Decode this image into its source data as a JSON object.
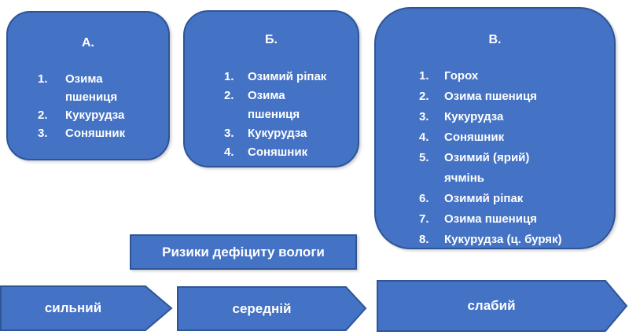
{
  "colors": {
    "shape_fill": "#4472C4",
    "shape_border": "#2E5596",
    "shape_text": "#FFFFFF"
  },
  "boxes": [
    {
      "title": "А.",
      "items": [
        "Озима\nпшениця",
        "Кукурудза",
        "Соняшник"
      ]
    },
    {
      "title": "Б.",
      "items": [
        "Озимий ріпак",
        "Озима\nпшениця",
        "Кукурудза",
        "Соняшник"
      ]
    },
    {
      "title": "В.",
      "items": [
        "Горох",
        "Озима пшениця",
        "Кукурудза",
        "Соняшник",
        "Озимий (ярий)\nячмінь",
        "Озимий ріпак",
        "Озима пшениця",
        "Кукурудза (ц. буряк)"
      ]
    }
  ],
  "banner": {
    "label": "Ризики дефіциту вологи"
  },
  "arrows": [
    {
      "label": "сильний"
    },
    {
      "label": "середній"
    },
    {
      "label": "слабий"
    }
  ]
}
